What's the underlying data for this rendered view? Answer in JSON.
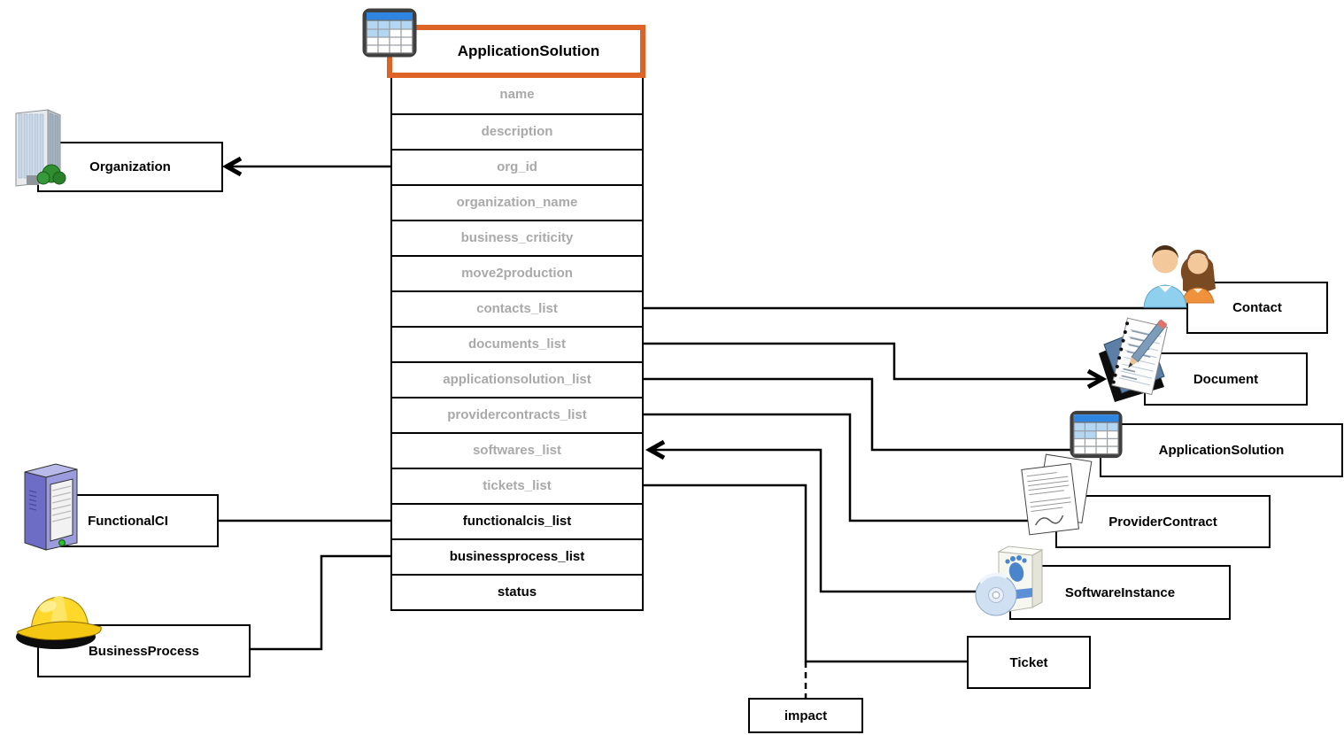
{
  "main_table": {
    "title": "ApplicationSolution",
    "fields": [
      {
        "label": "name",
        "emphasis": "muted"
      },
      {
        "label": "description",
        "emphasis": "muted"
      },
      {
        "label": "org_id",
        "emphasis": "muted"
      },
      {
        "label": "organization_name",
        "emphasis": "muted"
      },
      {
        "label": "business_criticity",
        "emphasis": "muted"
      },
      {
        "label": "move2production",
        "emphasis": "muted"
      },
      {
        "label": "contacts_list",
        "emphasis": "muted"
      },
      {
        "label": "documents_list",
        "emphasis": "muted"
      },
      {
        "label": "applicationsolution_list",
        "emphasis": "muted"
      },
      {
        "label": "providercontracts_list",
        "emphasis": "muted"
      },
      {
        "label": "softwares_list",
        "emphasis": "muted"
      },
      {
        "label": "tickets_list",
        "emphasis": "muted"
      },
      {
        "label": "functionalcis_list",
        "emphasis": "strong"
      },
      {
        "label": "businessprocess_list",
        "emphasis": "strong"
      },
      {
        "label": "status",
        "emphasis": "strong"
      }
    ]
  },
  "entities": {
    "organization": {
      "label": "Organization",
      "icon": "building-icon"
    },
    "contact": {
      "label": "Contact",
      "icon": "people-icon"
    },
    "document": {
      "label": "Document",
      "icon": "notepad-icon"
    },
    "applicationsolution": {
      "label": "ApplicationSolution",
      "icon": "table-icon"
    },
    "providercontract": {
      "label": "ProviderContract",
      "icon": "contract-icon"
    },
    "softwareinstance": {
      "label": "SoftwareInstance",
      "icon": "software-box-icon"
    },
    "ticket": {
      "label": "Ticket",
      "icon": "none"
    },
    "impact": {
      "label": "impact",
      "icon": "none"
    },
    "functionalci": {
      "label": "FunctionalCI",
      "icon": "server-icon"
    },
    "businessprocess": {
      "label": "BusinessProcess",
      "icon": "hardhat-icon"
    }
  },
  "colors": {
    "header_border": "#DD6327",
    "muted_field_text": "#A9A9A9",
    "connector": "#000000",
    "entity_border": "#000000"
  }
}
